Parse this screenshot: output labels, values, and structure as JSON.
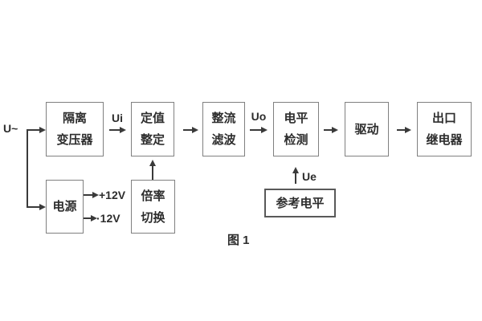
{
  "figure": {
    "caption": "图 1"
  },
  "diagram": {
    "input_label": "U~",
    "boxes": {
      "isolation_transformer": {
        "line1": "隔离",
        "line2": "变压器"
      },
      "value_setting": {
        "line1": "定值",
        "line2": "整定"
      },
      "rectify_filter": {
        "line1": "整流",
        "line2": "滤波"
      },
      "level_detect": {
        "line1": "电平",
        "line2": "检测"
      },
      "drive": {
        "label": "驱动"
      },
      "output_relay": {
        "line1": "出口",
        "line2": "继电器"
      },
      "power": {
        "label": "电源"
      },
      "ratio_switch": {
        "line1": "倍率",
        "line2": "切换"
      },
      "reference_level": {
        "label": "参考电平"
      }
    },
    "signal_labels": {
      "ui": "Ui",
      "uo": "Uo",
      "ue": "Ue",
      "plus_12v": "+12V",
      "minus_12v": "·12V"
    },
    "colors": {
      "line": "#3a3a3a",
      "box_border": "#808080",
      "text": "#2d2d2d"
    }
  }
}
